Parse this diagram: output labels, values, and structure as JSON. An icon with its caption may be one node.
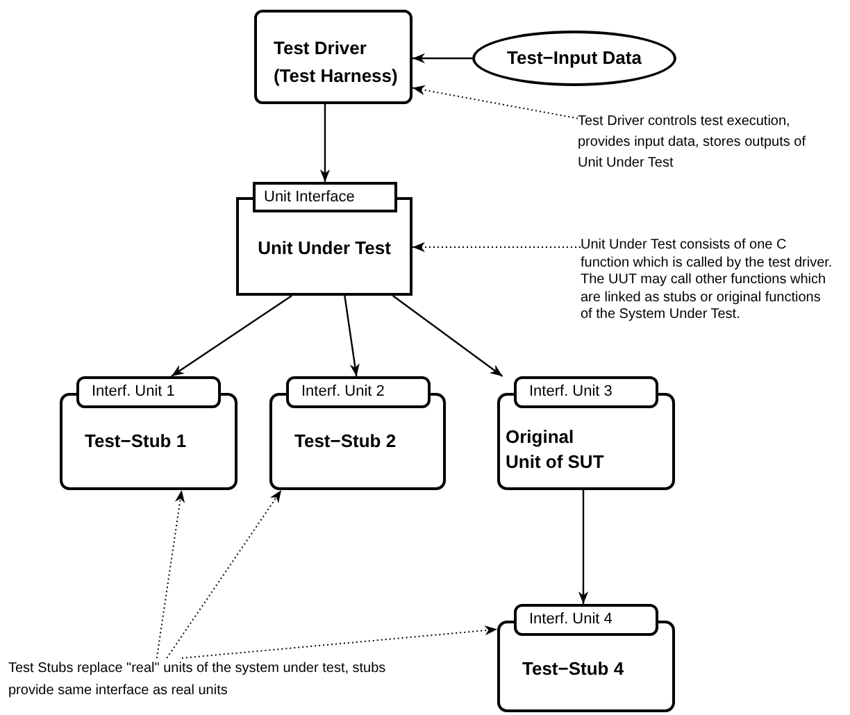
{
  "diagram": {
    "nodes": [
      {
        "text": [
          "Test Driver (Test Harness)"
        ]
      },
      {
        "text": [
          "Test−Input Data"
        ]
      },
      {
        "text": [
          "Test Driver controls test execution, provides input data, stores outputs of Unit Under Test"
        ]
      },
      {
        "text": [
          "Unit Interface",
          "Unit Under Test"
        ]
      },
      {
        "text": [
          "Unit Under Test consists of one C function which is called by the test driver. The UUT may call other functions which are linked as stubs or original functions of the System Under Test."
        ]
      },
      {
        "text": [
          "Interf. Unit 1",
          "Test−Stub 1"
        ]
      },
      {
        "text": [
          "Interf. Unit 2",
          "Test−Stub 2"
        ]
      },
      {
        "text": [
          "Interf. Unit 3",
          "Original Unit of SUT"
        ]
      },
      {
        "text": [
          "Interf. Unit 4",
          "Test−Stub 4"
        ]
      },
      {
        "text": [
          "Test Stubs replace \"real\" units of the system under test, stubs provide same interface as real units"
        ]
      }
    ],
    "edges": [
      {
        "from": 1,
        "to": 0,
        "arrow": "to"
      },
      {
        "from": 2,
        "to": 0,
        "arrow": "to",
        "style": "dashed"
      },
      {
        "from": 0,
        "to": 3,
        "arrow": "to"
      },
      {
        "from": 4,
        "to": 3,
        "arrow": "to",
        "style": "dashed"
      },
      {
        "from": 3,
        "to": 5,
        "arrow": "to"
      },
      {
        "from": 3,
        "to": 6,
        "arrow": "to"
      },
      {
        "from": 3,
        "to": 7,
        "arrow": "to"
      },
      {
        "from": 7,
        "to": 8,
        "arrow": "to"
      },
      {
        "from": 9,
        "to": 5,
        "arrow": "to",
        "style": "dashed"
      },
      {
        "from": 9,
        "to": 6,
        "arrow": "to",
        "style": "dashed"
      },
      {
        "from": 9,
        "to": 8,
        "arrow": "to",
        "style": "dashed"
      }
    ]
  }
}
